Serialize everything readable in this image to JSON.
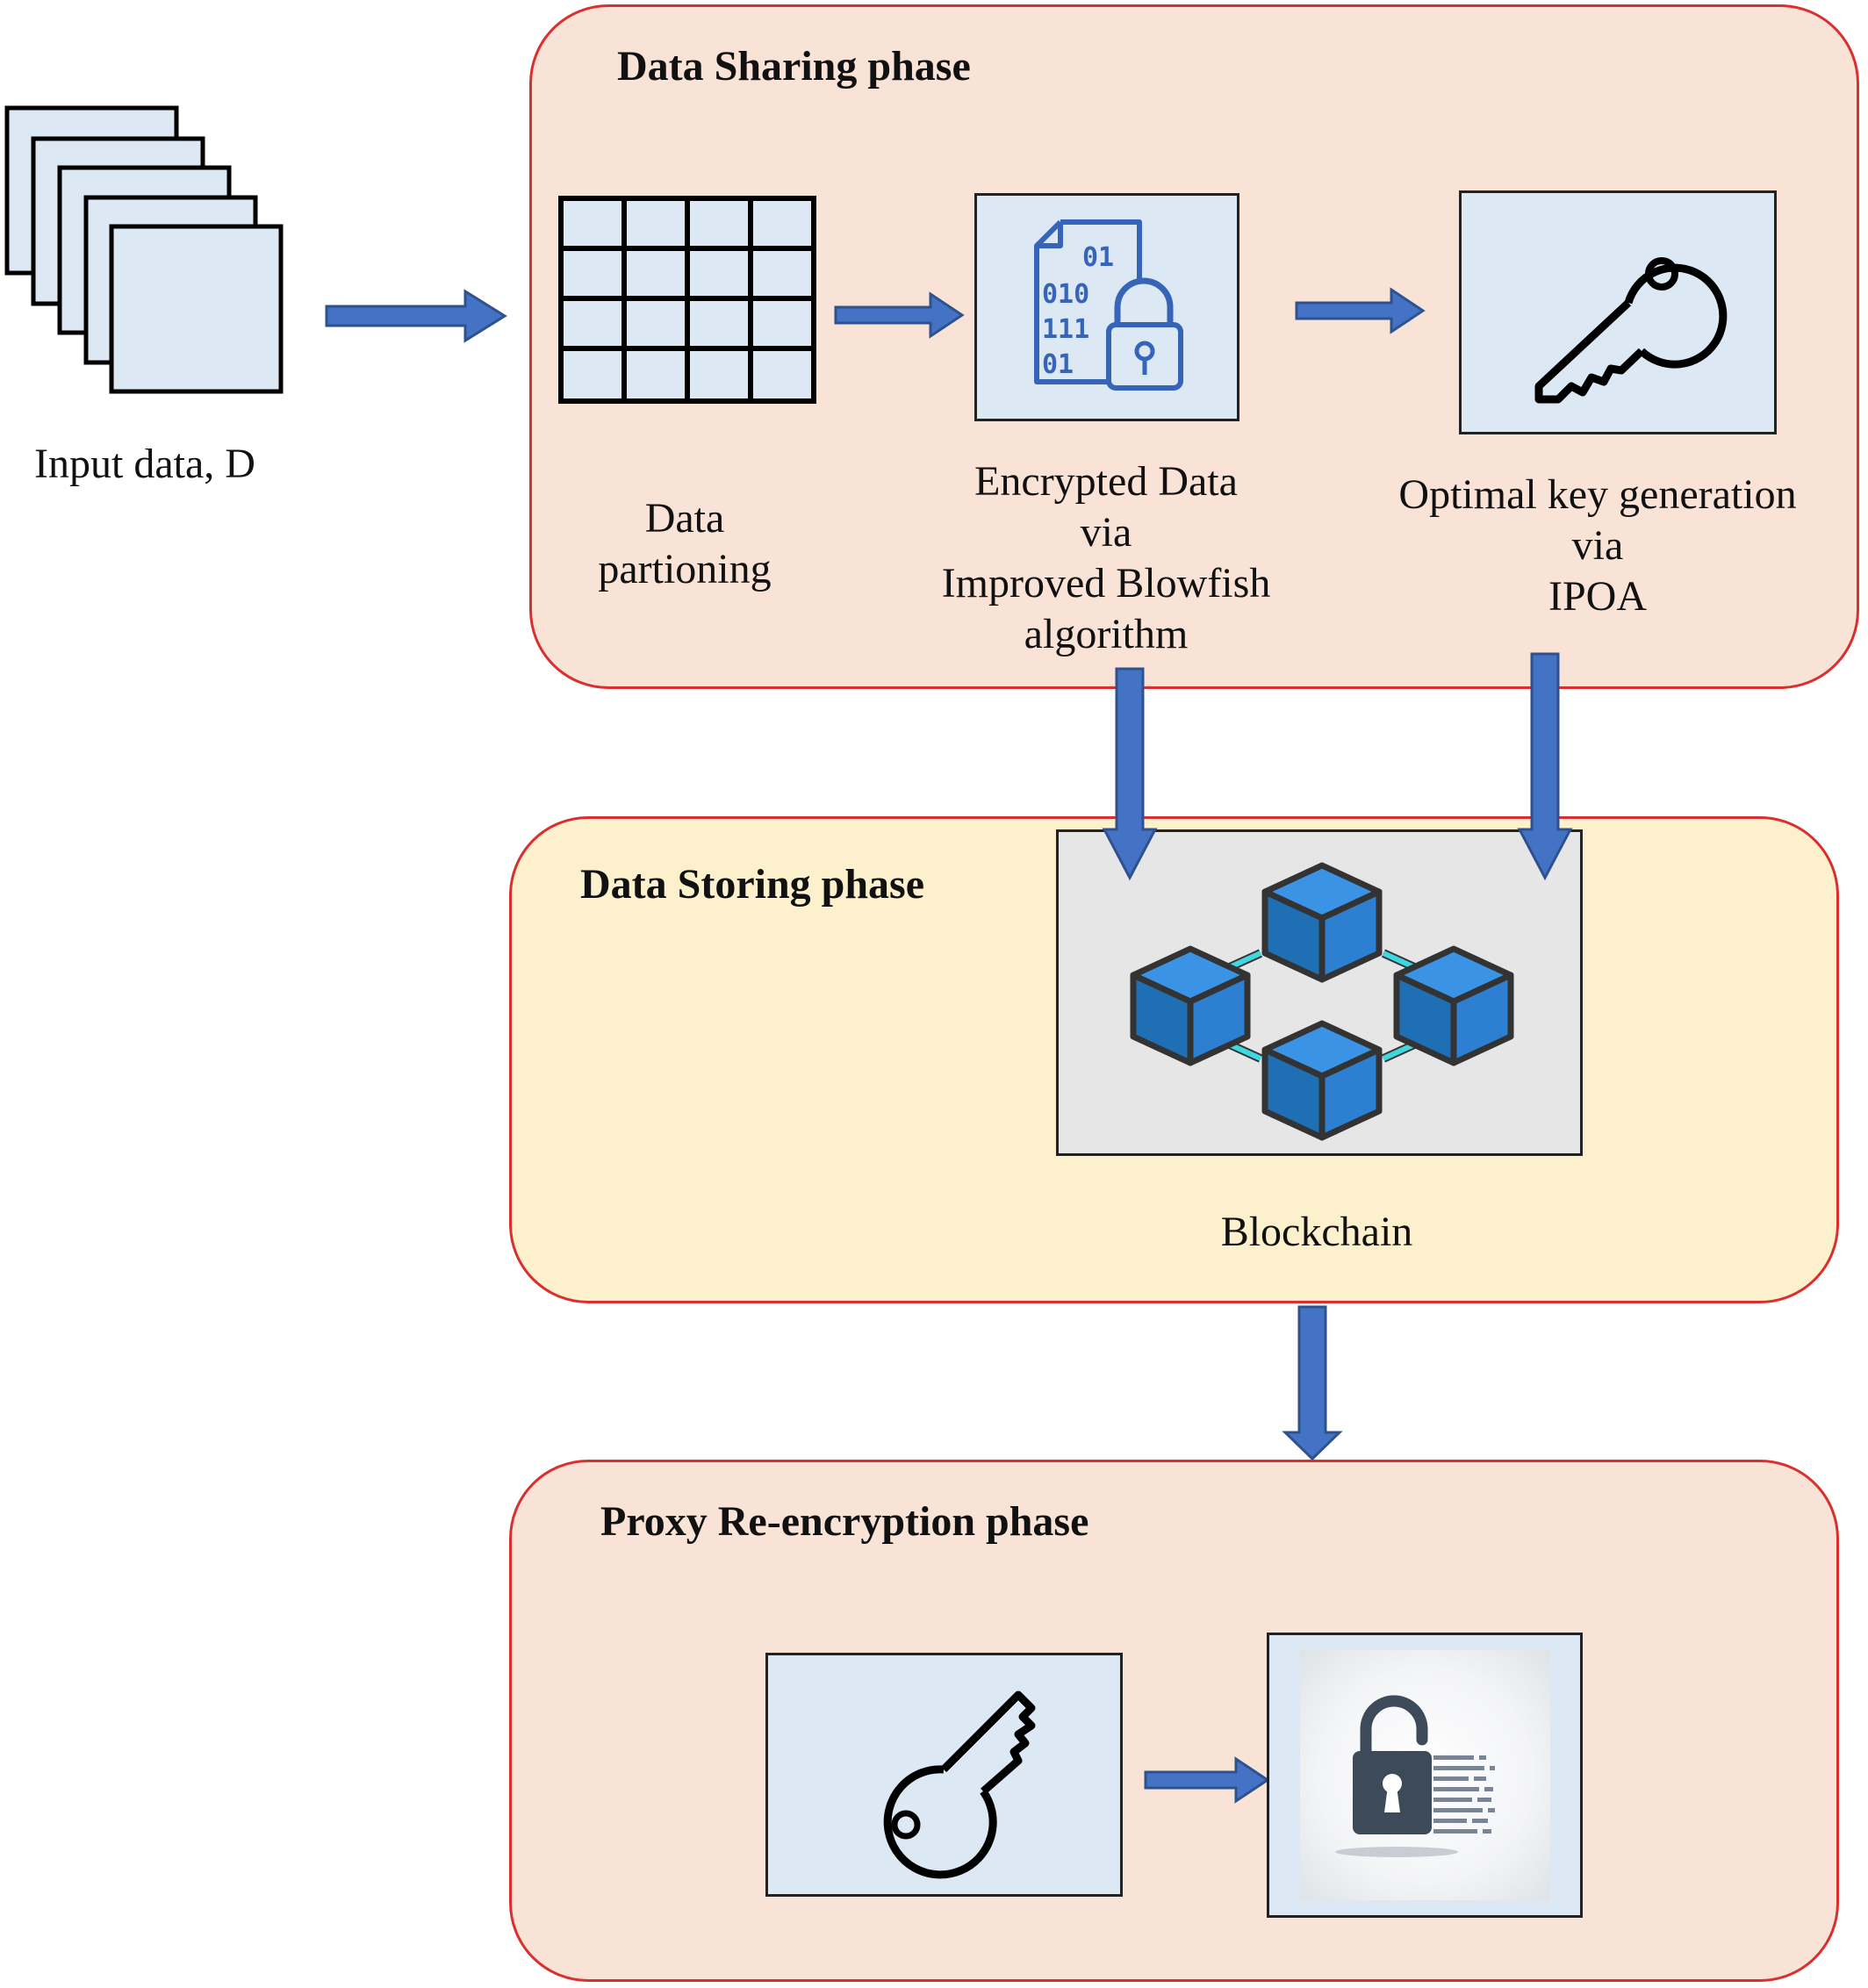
{
  "colors": {
    "sharing_bg": "#f9e2d6",
    "storing_bg": "#fdf0cc",
    "proxy_bg": "#f9e2d6",
    "phase_border": "#d9302f",
    "arrow": "#4472c4",
    "arrow_outline": "#2f528f",
    "panel_bg": "#dde8f5",
    "blockchain_bg": "#e6e6e6",
    "cube": "#2d7fd1",
    "cube_link": "#3fd7e0",
    "icon_stroke": "#3564b8"
  },
  "input": {
    "label": "Input data, D",
    "icon": "stacked-documents-icon"
  },
  "sharing": {
    "title": "Data Sharing phase",
    "partition_label": [
      "Data",
      "partioning"
    ],
    "encrypt_label": [
      "Encrypted Data",
      "via",
      "Improved Blowfish",
      "algorithm"
    ],
    "key_label": [
      "Optimal key generation",
      "via",
      "IPOA"
    ],
    "encrypt_icon": "encrypted-file-lock-icon",
    "encrypt_bits": [
      "01",
      "010",
      "111",
      "01"
    ],
    "key_icon": "key-icon",
    "grid_icon": "grid-table-icon"
  },
  "storing": {
    "title": "Data Storing phase",
    "blockchain_label": "Blockchain",
    "icon": "blockchain-cubes-icon"
  },
  "proxy": {
    "title": "Proxy Re-encryption phase",
    "key_icon": "key-icon",
    "lock_icon": "open-padlock-data-icon"
  }
}
